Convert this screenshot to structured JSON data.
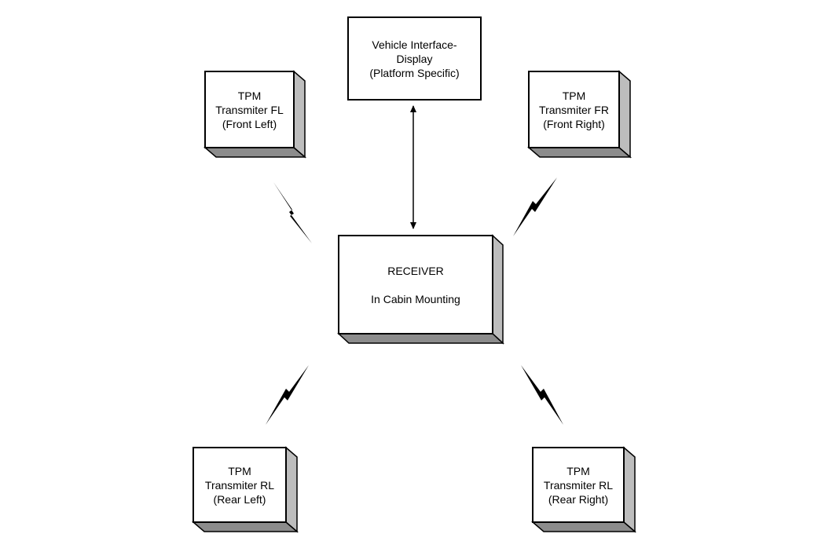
{
  "colors": {
    "line": "#000000",
    "box_fill": "#ffffff",
    "shadow_side": "#bdbdbd",
    "shadow_bottom": "#8c8c8c"
  },
  "nodes": {
    "display": {
      "lines": [
        "Vehicle Interface-",
        "Display",
        "(Platform Specific)"
      ]
    },
    "fl": {
      "lines": [
        "TPM",
        "Transmiter FL",
        "(Front Left)"
      ]
    },
    "fr": {
      "lines": [
        "TPM",
        "Transmiter FR",
        "(Front Right)"
      ]
    },
    "receiver": {
      "title": "RECEIVER",
      "subtitle": "In Cabin Mounting"
    },
    "rl": {
      "lines": [
        "TPM",
        "Transmiter RL",
        "(Rear Left)"
      ]
    },
    "rr": {
      "lines": [
        "TPM",
        "Transmiter RL",
        "(Rear Right)"
      ]
    }
  },
  "connections": [
    {
      "from": "receiver",
      "to": "display",
      "type": "bidirectional-arrow"
    },
    {
      "from": "fl",
      "to": "receiver",
      "type": "wireless"
    },
    {
      "from": "fr",
      "to": "receiver",
      "type": "wireless"
    },
    {
      "from": "rl",
      "to": "receiver",
      "type": "wireless"
    },
    {
      "from": "rr",
      "to": "receiver",
      "type": "wireless"
    }
  ]
}
